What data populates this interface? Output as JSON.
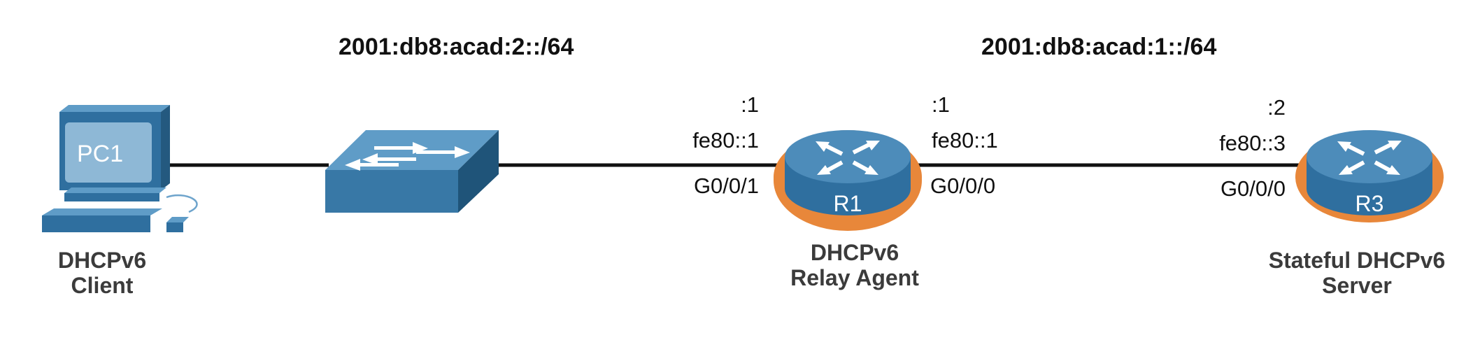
{
  "networks": {
    "left": "2001:db8:acad:2::/64",
    "right": "2001:db8:acad:1::/64"
  },
  "devices": {
    "pc1": {
      "label": "PC1",
      "caption": [
        "DHCPv6",
        "Client"
      ]
    },
    "switch": {
      "label": ""
    },
    "r1": {
      "label": "R1",
      "caption": [
        "DHCPv6",
        "Relay Agent"
      ],
      "left_interface": {
        "host": ":1",
        "link_local": "fe80::1",
        "name": "G0/0/1"
      },
      "right_interface": {
        "host": ":1",
        "link_local": "fe80::1",
        "name": "G0/0/0"
      }
    },
    "r3": {
      "label": "R3",
      "caption": [
        "Stateful DHCPv6",
        "Server"
      ],
      "interface": {
        "host": ":2",
        "link_local": "fe80::3",
        "name": "G0/0/0"
      }
    }
  },
  "colors": {
    "device_blue": "#2f6f9f",
    "device_light": "#4d8cba",
    "highlight_orange": "#e8873a",
    "link_black": "#111111"
  }
}
